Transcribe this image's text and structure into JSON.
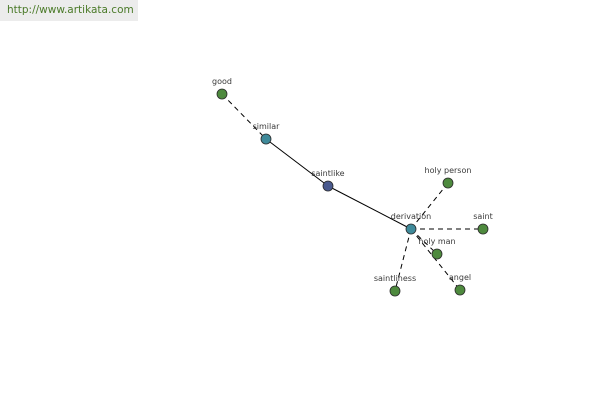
{
  "header": {
    "url_text": "http://www.artikata.com"
  },
  "colors": {
    "leaf_node": "#4e8a3e",
    "relation_node": "#3f8a9a",
    "center_node": "#4a5a8e",
    "node_stroke": "#2a2a2a",
    "edge": "#000000",
    "url_text": "#4a7a28"
  },
  "graph": {
    "nodes": [
      {
        "id": "good",
        "label": "good",
        "kind": "leaf"
      },
      {
        "id": "similar",
        "label": "similar",
        "kind": "relation"
      },
      {
        "id": "saintlike",
        "label": "saintlike",
        "kind": "center"
      },
      {
        "id": "derivation",
        "label": "derivation",
        "kind": "relation"
      },
      {
        "id": "holy-person",
        "label": "holy person",
        "kind": "leaf"
      },
      {
        "id": "saint",
        "label": "saint",
        "kind": "leaf"
      },
      {
        "id": "holy-man",
        "label": "holy man",
        "kind": "leaf"
      },
      {
        "id": "angel",
        "label": "angel",
        "kind": "leaf"
      },
      {
        "id": "saintliness",
        "label": "saintliness",
        "kind": "leaf"
      }
    ],
    "edges": [
      {
        "from": "good",
        "to": "similar",
        "style": "dashed"
      },
      {
        "from": "similar",
        "to": "saintlike",
        "style": "solid"
      },
      {
        "from": "saintlike",
        "to": "derivation",
        "style": "solid"
      },
      {
        "from": "derivation",
        "to": "holy-person",
        "style": "dashed"
      },
      {
        "from": "derivation",
        "to": "saint",
        "style": "dashed"
      },
      {
        "from": "derivation",
        "to": "holy-man",
        "style": "dashed"
      },
      {
        "from": "derivation",
        "to": "angel",
        "style": "dashed"
      },
      {
        "from": "derivation",
        "to": "saintliness",
        "style": "dashed"
      }
    ]
  }
}
